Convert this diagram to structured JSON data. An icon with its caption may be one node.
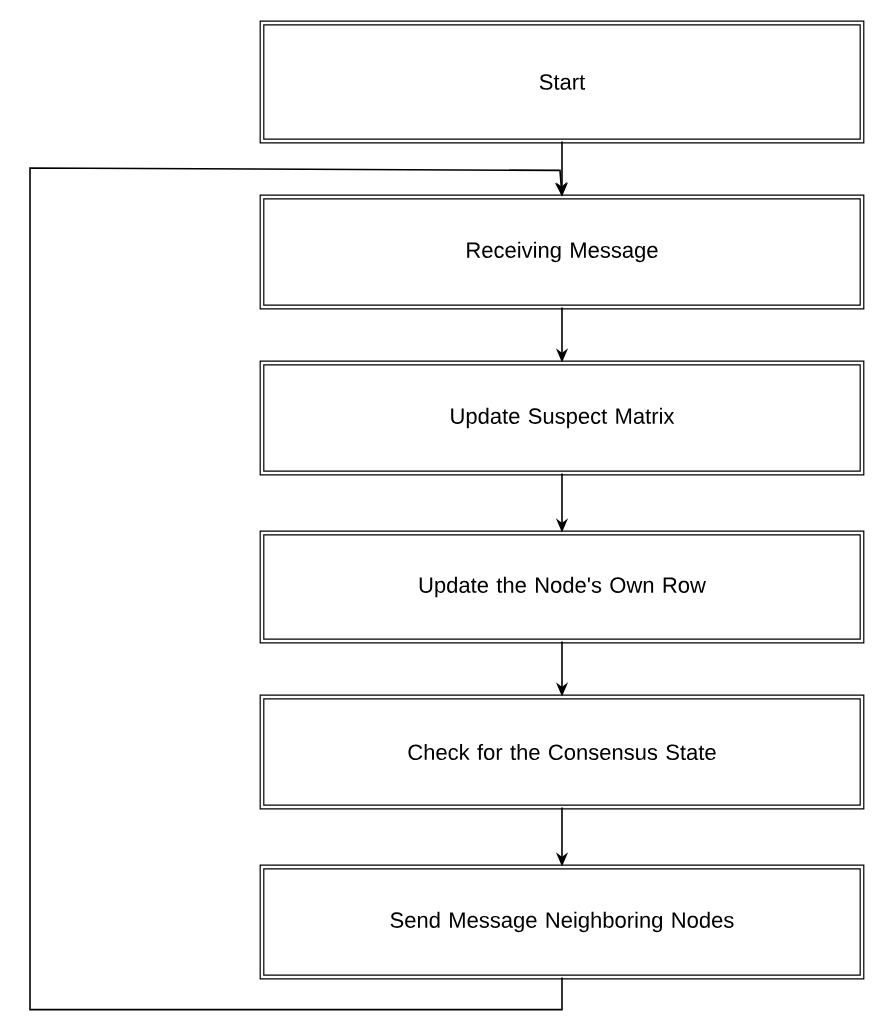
{
  "diagram": {
    "nodes": [
      {
        "text": [
          "Start"
        ]
      },
      {
        "text": [
          "Receiving Message"
        ]
      },
      {
        "text": [
          "Update Suspect Matrix"
        ]
      },
      {
        "text": [
          "Update the Node's Own Row"
        ]
      },
      {
        "text": [
          "Check for the Consensus State"
        ]
      },
      {
        "text": [
          "Send Message Neighboring Nodes"
        ]
      }
    ],
    "edges": [
      {
        "from": 0,
        "to": 1,
        "arrow": "to"
      },
      {
        "from": 1,
        "to": 2,
        "arrow": "to"
      },
      {
        "from": 2,
        "to": 3,
        "arrow": "to"
      },
      {
        "from": 3,
        "to": 4,
        "arrow": "to"
      },
      {
        "from": 4,
        "to": 5,
        "arrow": "to"
      },
      {
        "from": 5,
        "to": 1,
        "arrow": "to"
      }
    ]
  }
}
